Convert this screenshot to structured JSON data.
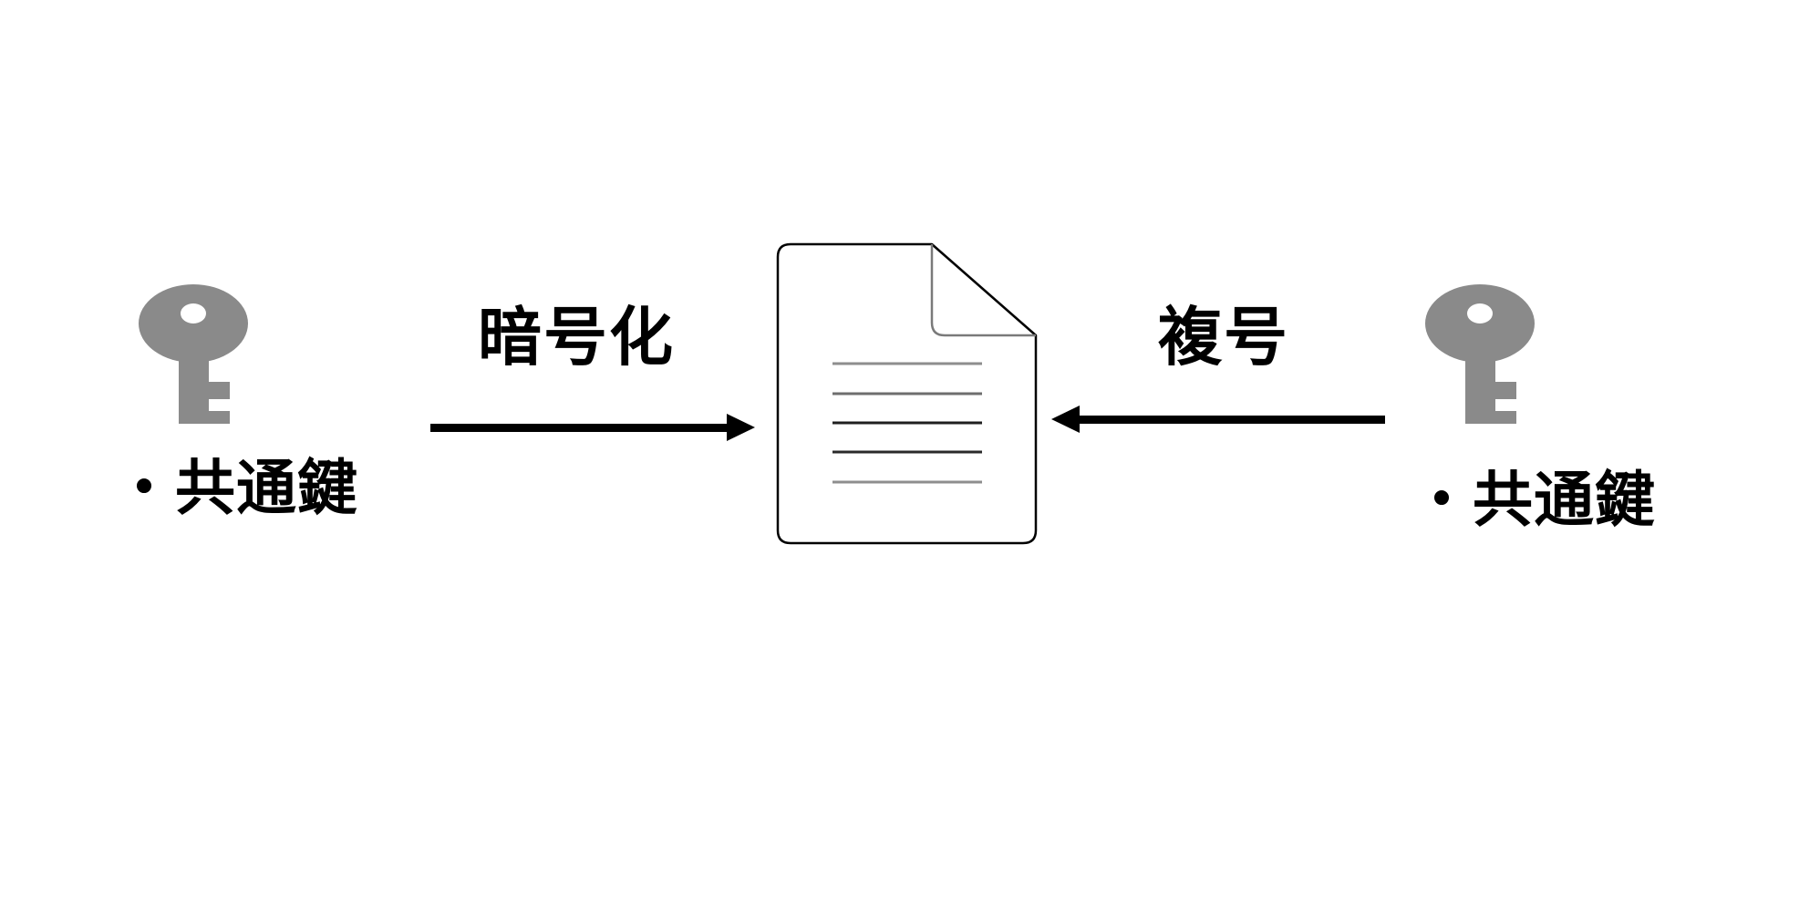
{
  "diagram": {
    "left_key": {
      "icon": "key-icon",
      "label": "・共通鍵"
    },
    "right_key": {
      "icon": "key-icon",
      "label": "・共通鍵"
    },
    "encrypt_arrow": {
      "label": "暗号化",
      "direction": "right"
    },
    "decrypt_arrow": {
      "label": "複号",
      "direction": "left"
    },
    "document": {
      "icon": "document-icon",
      "line_count": 5,
      "line_colors": [
        "#8e8e8e",
        "#6e6e6e",
        "#1f1f1f",
        "#2a2a2a",
        "#8e8e8e"
      ]
    },
    "colors": {
      "background": "#ffffff",
      "key_gray": "#8a8a8a",
      "key_hole_white": "#ffffff",
      "arrow_black": "#000000",
      "text_black": "#000000",
      "doc_border": "#000000",
      "doc_fold_gray": "#7a7a7a"
    }
  }
}
